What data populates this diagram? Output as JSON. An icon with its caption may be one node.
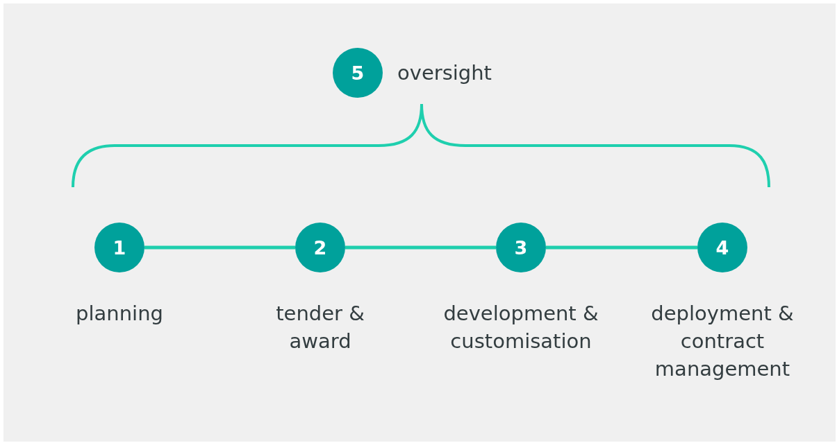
{
  "diagram": {
    "nodes": [
      {
        "text": [
          "5"
        ],
        "beside": [
          "oversight"
        ]
      },
      {
        "text": [
          "1"
        ],
        "beside": [
          "planning"
        ]
      },
      {
        "text": [
          "2"
        ],
        "beside": [
          "tender & award"
        ]
      },
      {
        "text": [
          "3"
        ],
        "beside": [
          "development & customisation"
        ]
      },
      {
        "text": [
          "4"
        ],
        "beside": [
          "deployment & contract management"
        ]
      }
    ],
    "edges": [
      {
        "from": 1,
        "to": 2,
        "arrow": "none"
      },
      {
        "from": 2,
        "to": 3,
        "arrow": "none"
      },
      {
        "from": 3,
        "to": 4,
        "arrow": "none"
      }
    ]
  }
}
